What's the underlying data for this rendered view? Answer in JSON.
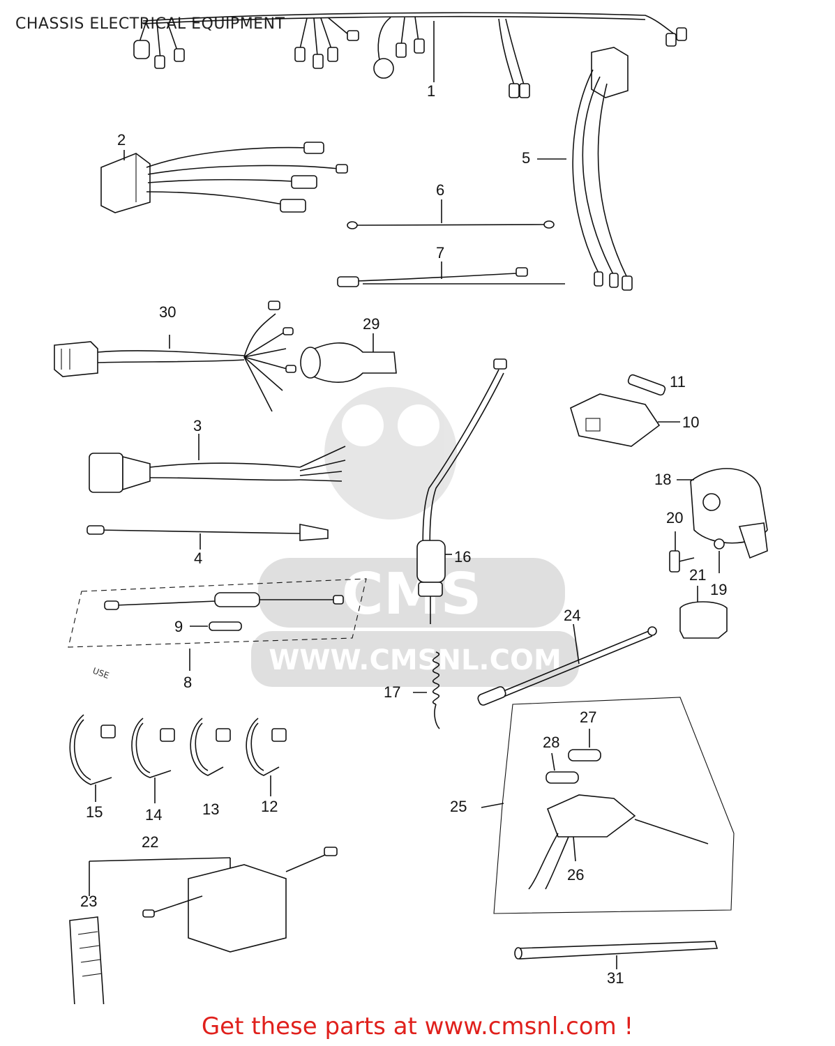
{
  "title": "CHASSIS ELECTRICAL EQUIPMENT",
  "footer": "Get these parts at www.cmsnl.com !",
  "watermark": {
    "logo_text": "CMS",
    "url_text": "WWW.CMSNL.COM",
    "color": "#d8d8d8"
  },
  "use_note": "USE",
  "accent_color": "#e0201c",
  "callouts": [
    "1",
    "2",
    "3",
    "4",
    "5",
    "6",
    "7",
    "8",
    "9",
    "10",
    "11",
    "12",
    "13",
    "14",
    "15",
    "16",
    "17",
    "18",
    "19",
    "20",
    "21",
    "22",
    "23",
    "24",
    "25",
    "26",
    "27",
    "28",
    "29",
    "30",
    "31"
  ]
}
